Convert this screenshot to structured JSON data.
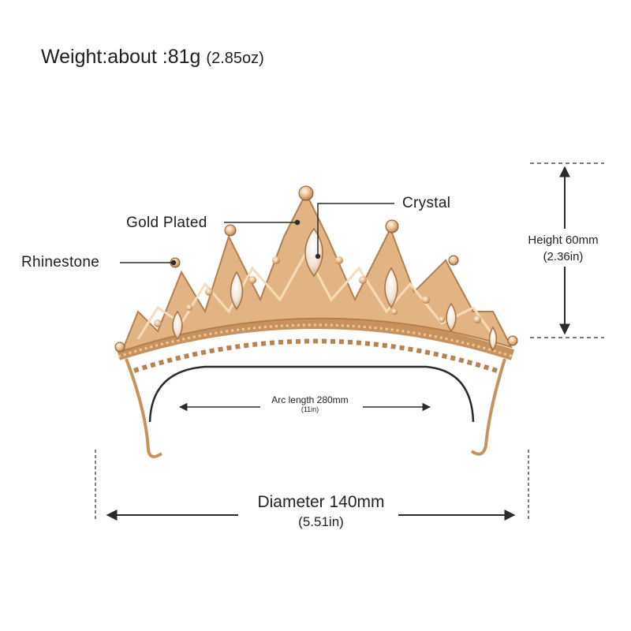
{
  "weight": {
    "text": "Weight:about :81g",
    "sub": "(2.85oz)"
  },
  "callouts": {
    "rhinestone": "Rhinestone",
    "gold_plated": "Gold Plated",
    "crystal": "Crystal"
  },
  "dimensions": {
    "height": {
      "value": "Height 60mm",
      "imperial": "(2.36in)"
    },
    "arc": {
      "value": "Arc length 280mm",
      "imperial": "(11in)"
    },
    "diameter": {
      "value": "Diameter 140mm",
      "imperial": "(5.51in)"
    }
  },
  "colors": {
    "gold": "#d9a470",
    "gold_dark": "#a8703f",
    "crystal": "#efe4d6",
    "line": "#2b2b2b"
  }
}
